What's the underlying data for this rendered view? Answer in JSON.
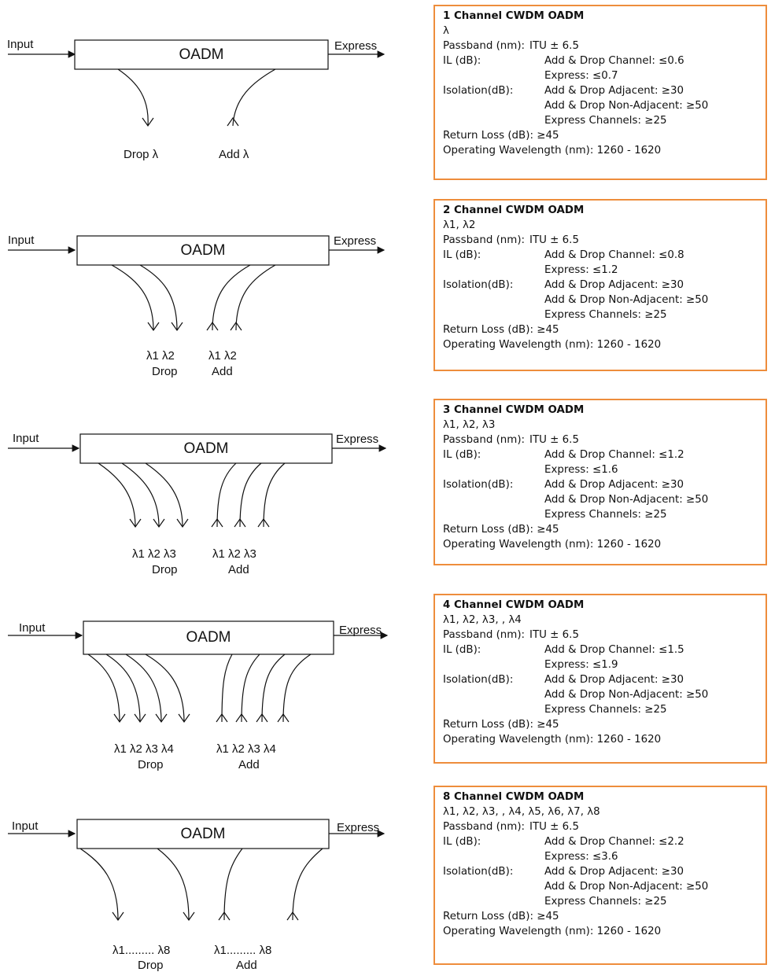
{
  "panels": [
    {
      "input": "Input",
      "express": "Express",
      "box": "OADM",
      "drop_lambdas": "Drop  λ",
      "drop_word": "",
      "add_lambdas": "Add  λ",
      "add_word": "",
      "spec": {
        "title": "1 Channel CWDM OADM",
        "wavelengths": "λ",
        "passband_label": "Passband (nm):",
        "passband_value": "ITU ± 6.5",
        "il_label": "IL (dB):",
        "il_addrop": "Add & Drop Channel:  ≤0.6",
        "il_express": "Express: ≤0.7",
        "iso_label": "Isolation(dB):",
        "iso_adjacent": "Add & Drop Adjacent:  ≥30",
        "iso_nonadjacent": "Add & Drop Non-Adjacent:  ≥50",
        "iso_express": "Express Channels:   ≥25",
        "return_loss": "Return Loss (dB): ≥45",
        "operating": "Operating Wavelength (nm):  1260 - 1620"
      }
    },
    {
      "input": "Input",
      "express": "Express",
      "box": "OADM",
      "drop_lambdas": "λ1 λ2",
      "drop_word": "Drop",
      "add_lambdas": "λ1 λ2",
      "add_word": "Add",
      "spec": {
        "title": "2 Channel CWDM OADM",
        "wavelengths": "λ1, λ2",
        "passband_label": "Passband (nm):",
        "passband_value": "ITU ± 6.5",
        "il_label": "IL (dB):",
        "il_addrop": "Add & Drop Channel:  ≤0.8",
        "il_express": "Express: ≤1.2",
        "iso_label": "Isolation(dB):",
        "iso_adjacent": "Add & Drop Adjacent:  ≥30",
        "iso_nonadjacent": "Add & Drop Non-Adjacent:  ≥50",
        "iso_express": "Express Channels:   ≥25",
        "return_loss": "Return Loss (dB): ≥45",
        "operating": "Operating Wavelength (nm): 1260 - 1620"
      }
    },
    {
      "input": "Input",
      "express": "Express",
      "box": "OADM",
      "drop_lambdas": "λ1 λ2 λ3",
      "drop_word": "Drop",
      "add_lambdas": "λ1 λ2 λ3",
      "add_word": "Add",
      "spec": {
        "title": "3 Channel CWDM OADM",
        "wavelengths": "λ1, λ2, λ3",
        "passband_label": "Passband (nm):",
        "passband_value": "ITU ± 6.5",
        "il_label": "IL (dB):",
        "il_addrop": "Add & Drop Channel:  ≤1.2",
        "il_express": "Express: ≤1.6",
        "iso_label": "Isolation(dB):",
        "iso_adjacent": "Add & Drop Adjacent:  ≥30",
        "iso_nonadjacent": "Add & Drop Non-Adjacent:  ≥50",
        "iso_express": "Express Channels:   ≥25",
        "return_loss": "Return Loss (dB): ≥45",
        "operating": "Operating Wavelength (nm): 1260 - 1620"
      }
    },
    {
      "input": "Input",
      "express": "Express",
      "box": "OADM",
      "drop_lambdas": "λ1 λ2 λ3 λ4",
      "drop_word": "Drop",
      "add_lambdas": "λ1 λ2 λ3 λ4",
      "add_word": "Add",
      "spec": {
        "title": "4 Channel CWDM OADM",
        "wavelengths": "λ1, λ2, λ3, , λ4",
        "passband_label": "Passband (nm):",
        "passband_value": "ITU ± 6.5",
        "il_label": "IL (dB):",
        "il_addrop": "Add & Drop Channel:  ≤1.5",
        "il_express": "Express: ≤1.9",
        "iso_label": "Isolation(dB):",
        "iso_adjacent": "Add & Drop Adjacent:  ≥30",
        "iso_nonadjacent": "Add & Drop Non-Adjacent:  ≥50",
        "iso_express": "Express Channels:   ≥25",
        "return_loss": "Return Loss (dB): ≥45",
        "operating": "Operating Wavelength (nm): 1260 - 1620"
      }
    },
    {
      "input": "Input",
      "express": "Express",
      "box": "OADM",
      "drop_lambdas": "λ1......... λ8",
      "drop_word": "Drop",
      "add_lambdas": "λ1......... λ8",
      "add_word": "Add",
      "spec": {
        "title": "8 Channel CWDM OADM",
        "wavelengths": "λ1, λ2, λ3, , λ4, λ5, λ6, λ7, λ8",
        "passband_label": "Passband (nm):",
        "passband_value": "ITU ± 6.5",
        "il_label": "IL (dB):",
        "il_addrop": "Add & Drop Channel:  ≤2.2",
        "il_express": "Express: ≤3.6",
        "iso_label": "Isolation(dB):",
        "iso_adjacent": "Add & Drop Adjacent:  ≥30",
        "iso_nonadjacent": "Add & Drop Non-Adjacent:  ≥50",
        "iso_express": "Express Channels:   ≥25",
        "return_loss": "Return Loss (dB): ≥45",
        "operating": "Operating Wavelength (nm): 1260 - 1620"
      }
    }
  ]
}
